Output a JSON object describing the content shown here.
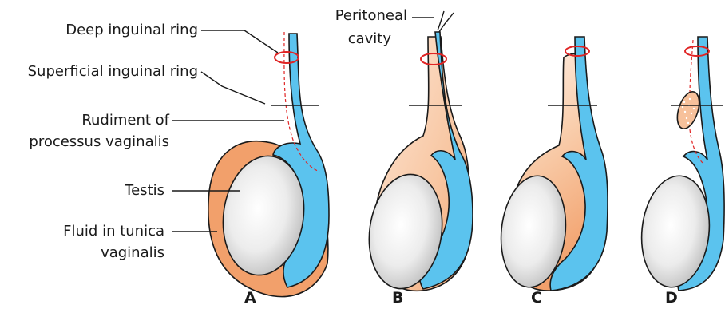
{
  "labels": {
    "deep_ring": "Deep inguinal ring",
    "superficial_ring": "Superficial inguinal ring",
    "rudiment_line1": "Rudiment of",
    "rudiment_line2": "processus vaginalis",
    "testis": "Testis",
    "fluid_line1": "Fluid in tunica",
    "fluid_line2": "vaginalis",
    "peritoneal_line1": "Peritoneal",
    "peritoneal_line2": "cavity"
  },
  "panels": [
    "A",
    "B",
    "C",
    "D"
  ],
  "colors": {
    "tunica_fluid": "#f2a06b",
    "tunica_light": "#fde6d6",
    "vas_blue": "#5bc3ee",
    "testis_grey": "#d9d9d9",
    "ring_red": "#e02424",
    "outline": "#1a1a1a"
  }
}
